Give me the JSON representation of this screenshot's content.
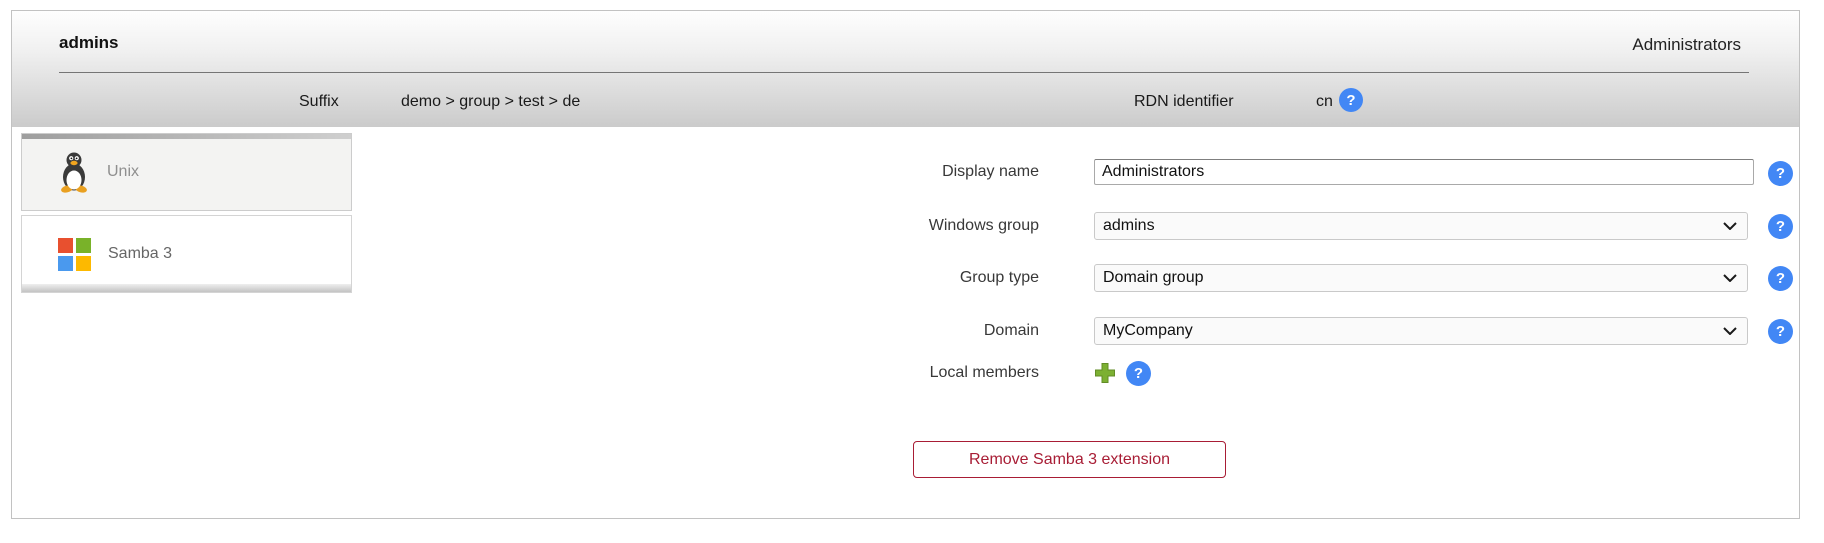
{
  "header": {
    "title": "admins",
    "account_type": "Administrators",
    "suffix_label": "Suffix",
    "suffix_value": "demo > group > test > de",
    "rdn_label": "RDN identifier",
    "rdn_value": "cn"
  },
  "tabs": [
    {
      "label": "Unix",
      "icon": "tux-penguin-icon",
      "active": true
    },
    {
      "label": "Samba 3",
      "icon": "windows-logo-icon",
      "active": false
    }
  ],
  "form": {
    "rows": [
      {
        "label": "Display name",
        "type": "text-input",
        "value": "Administrators"
      },
      {
        "label": "Windows group",
        "type": "select",
        "value": "admins"
      },
      {
        "label": "Group type",
        "type": "select",
        "value": "Domain group"
      },
      {
        "label": "Domain",
        "type": "select",
        "value": "MyCompany"
      },
      {
        "label": "Local members",
        "type": "actions"
      }
    ],
    "remove_button_label": "Remove Samba 3 extension"
  },
  "icons": {
    "help_glyph": "?",
    "add_icon": "add-icon",
    "help_icon": "help-icon",
    "chevron_icon": "chevron-down-icon"
  },
  "colors": {
    "help_blue": "#4287f5",
    "add_green": "#7cb032",
    "danger_red": "#a81d35",
    "ms_red": "#e8502f",
    "ms_green": "#79b229",
    "ms_blue": "#4a99ee",
    "ms_yellow": "#fdb900"
  }
}
